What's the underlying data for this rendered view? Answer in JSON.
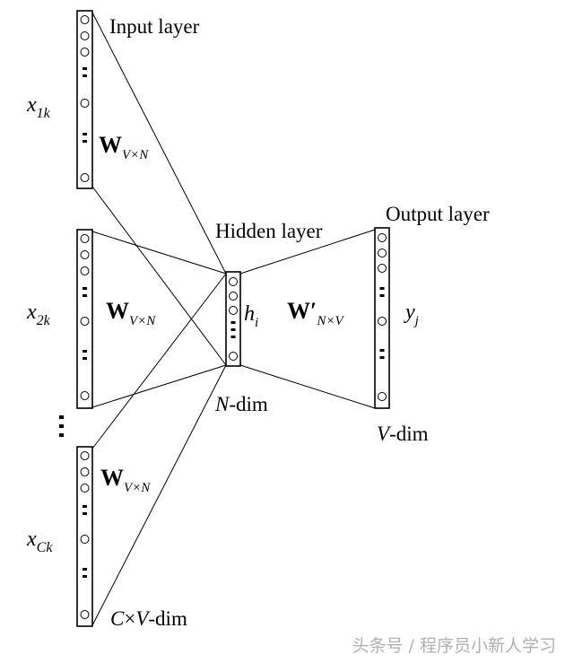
{
  "labels": {
    "input_layer": "Input layer",
    "hidden_layer": "Hidden layer",
    "output_layer": "Output layer",
    "x1_base": "x",
    "x1_sub": "1k",
    "x2_base": "x",
    "x2_sub": "2k",
    "xc_base": "x",
    "xc_sub": "Ck",
    "w_base": "W",
    "w_sub": "V×N",
    "wprime_base": "W′",
    "wprime_sub": "N×V",
    "h_base": "h",
    "h_sub": "i",
    "y_base": "y",
    "y_sub": "j",
    "n_dim_var": "N",
    "n_dim_rest": "-dim",
    "v_dim_var": "V",
    "v_dim_rest": "-dim",
    "cv_dim_c": "C",
    "cv_dim_times": "×",
    "cv_dim_v": "V",
    "cv_dim_rest": "-dim"
  },
  "watermark": "头条号 / 程序员小新人学习"
}
